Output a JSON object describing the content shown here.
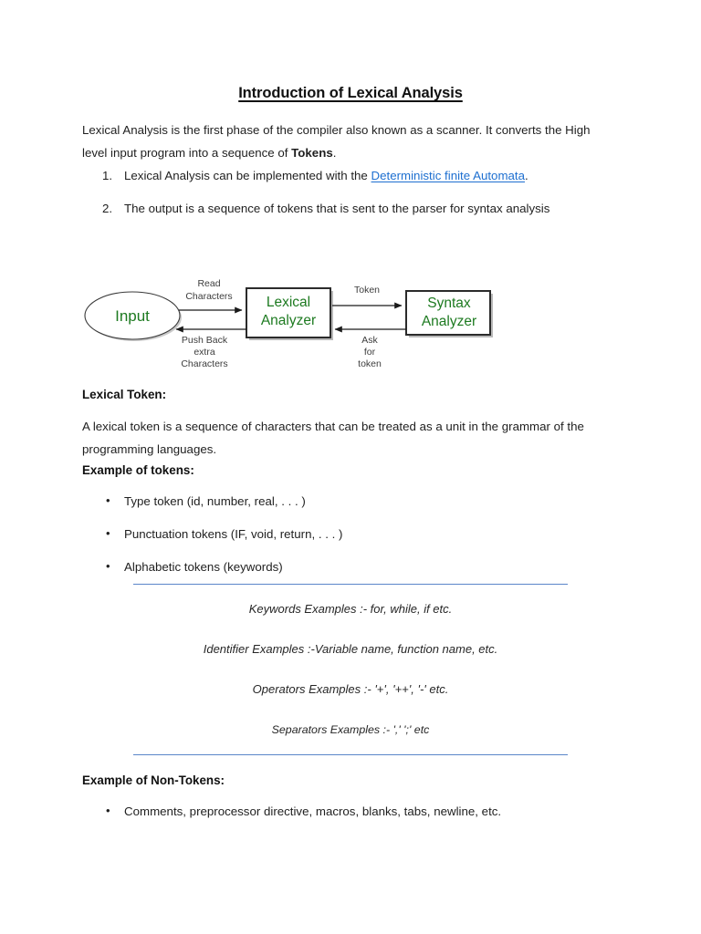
{
  "document": {
    "title": "Introduction of Lexical Analysis",
    "intro_paragraph_part1": "Lexical Analysis is the first phase of the compiler also known as a scanner. It converts the High level input program into a sequence of ",
    "intro_paragraph_bold": "Tokens",
    "intro_paragraph_part2": "."
  },
  "numbered_list": [
    {
      "marker": "1.",
      "text_before_link": "Lexical Analysis can be implemented with the ",
      "link_text": "Deterministic finite Automata",
      "text_after_link": "."
    },
    {
      "marker": "2.",
      "text_before_link": "The output is a sequence of tokens that is sent to the parser for syntax analysis",
      "link_text": "",
      "text_after_link": ""
    }
  ],
  "diagram": {
    "input_label": "Input",
    "lexical_analyzer_line1": "Lexical",
    "lexical_analyzer_line2": "Analyzer",
    "syntax_analyzer_line1": "Syntax",
    "syntax_analyzer_line2": "Analyzer",
    "read_characters_line1": "Read",
    "read_characters_line2": "Characters",
    "push_back_line1": "Push Back",
    "push_back_line2": "extra",
    "push_back_line3": "Characters",
    "token_label": "Token",
    "ask_for_token_line1": "Ask",
    "ask_for_token_line2": "for",
    "ask_for_token_line3": "token",
    "green_color": "#1d7a20",
    "label_color": "#3d3d3d"
  },
  "sections": {
    "lexical_token_heading": "Lexical Token:",
    "lexical_token_body": "A lexical token is a sequence of characters that can be treated as a unit in the grammar of the programming languages.",
    "example_tokens_heading": "Example of tokens:",
    "example_nontokens_heading": "Example of Non-Tokens:"
  },
  "token_bullets": [
    "Type token (id, number, real, . . . )",
    "Punctuation tokens (IF, void, return, . . . )",
    "Alphabetic tokens (keywords)"
  ],
  "example_block": {
    "rule_color": "#5b86c9",
    "lines": [
      "Keywords Examples :- for, while, if etc.",
      "Identifier Examples :-Variable name, function name, etc.",
      "Operators Examples :- '+', '++', '-' etc.",
      "Separators Examples :- ',' ';' etc"
    ]
  },
  "nontoken_bullets": [
    "Comments, preprocessor directive, macros, blanks, tabs, newline, etc."
  ],
  "bullet_glyph": "•",
  "link_color": "#1d6fd0"
}
